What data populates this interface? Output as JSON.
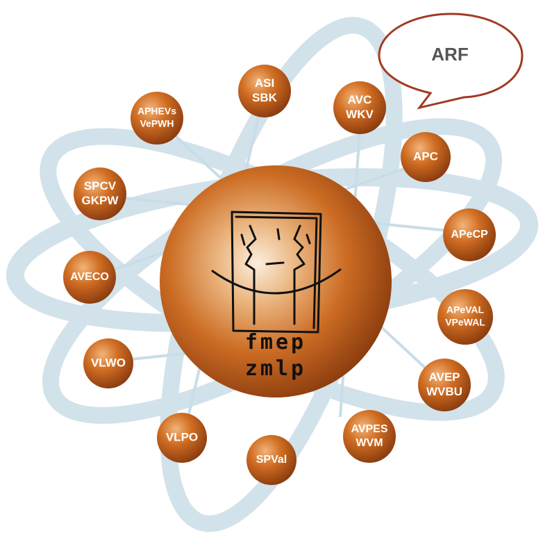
{
  "diagram": {
    "speech_bubble": {
      "label": "ARF"
    },
    "center": {
      "logo_icon": "smiling-face-doodle-icon",
      "line1": "fmep",
      "line2": "zmlp"
    },
    "satellites": [
      {
        "id": "asi",
        "lines": [
          "ASI",
          "SBK"
        ]
      },
      {
        "id": "avc",
        "lines": [
          "AVC",
          "WKV"
        ]
      },
      {
        "id": "aphevs",
        "lines": [
          "APHEVs",
          "VePWH"
        ]
      },
      {
        "id": "apc",
        "lines": [
          "APC"
        ]
      },
      {
        "id": "spcv",
        "lines": [
          "SPCV",
          "GKPW"
        ]
      },
      {
        "id": "apecp",
        "lines": [
          "APeCP"
        ]
      },
      {
        "id": "aveco",
        "lines": [
          "AVECO"
        ]
      },
      {
        "id": "apeval",
        "lines": [
          "APeVAL",
          "VPeWAL"
        ]
      },
      {
        "id": "vlwo",
        "lines": [
          "VLWO"
        ]
      },
      {
        "id": "avep",
        "lines": [
          "AVEP",
          "WVBU"
        ]
      },
      {
        "id": "vlpo",
        "lines": [
          "VLPO"
        ]
      },
      {
        "id": "avpes",
        "lines": [
          "AVPES",
          "WVM"
        ]
      },
      {
        "id": "spval",
        "lines": [
          "SPVal"
        ]
      }
    ],
    "colors": {
      "orbit": "#cddfe8",
      "orbit_edge": "#b7cfdb",
      "sphere_dark": "#8f3f0f",
      "sphere_mid": "#c9671f",
      "sphere_light": "#f7e2c8",
      "bubble_stroke": "#a23a22",
      "connector": "#cfe1ea"
    }
  }
}
